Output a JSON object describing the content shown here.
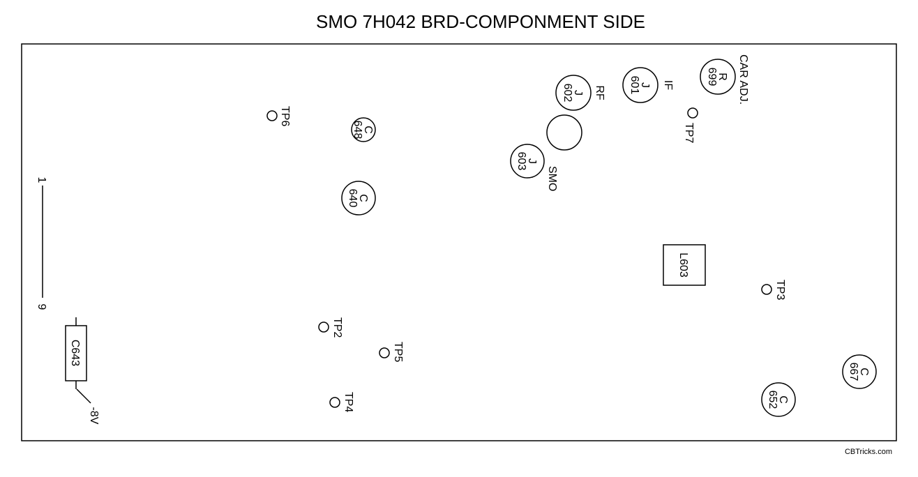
{
  "title": "SMO  7H042 BRD-COMPONMENT SIDE",
  "watermark": "CBTricks.com",
  "connector": {
    "pin_first": "1",
    "pin_last": "9"
  },
  "c643": {
    "label": "C643",
    "voltage": "-8V"
  },
  "components": {
    "c648": {
      "ref": "C",
      "num": "648"
    },
    "c640": {
      "ref": "C",
      "num": "640"
    },
    "j602": {
      "ref": "J",
      "num": "602",
      "name": "RF"
    },
    "j601": {
      "ref": "J",
      "num": "601",
      "name": "IF"
    },
    "r699": {
      "ref": "R",
      "num": "699",
      "name": "CAR ADJ."
    },
    "j603": {
      "ref": "J",
      "num": "603",
      "name": "SMO"
    },
    "c667": {
      "ref": "C",
      "num": "667"
    },
    "c652": {
      "ref": "C",
      "num": "652"
    },
    "l603": {
      "label": "L603"
    }
  },
  "test_points": {
    "tp2": "TP2",
    "tp3": "TP3",
    "tp4": "TP4",
    "tp5": "TP5",
    "tp6": "TP6",
    "tp7": "TP7"
  }
}
